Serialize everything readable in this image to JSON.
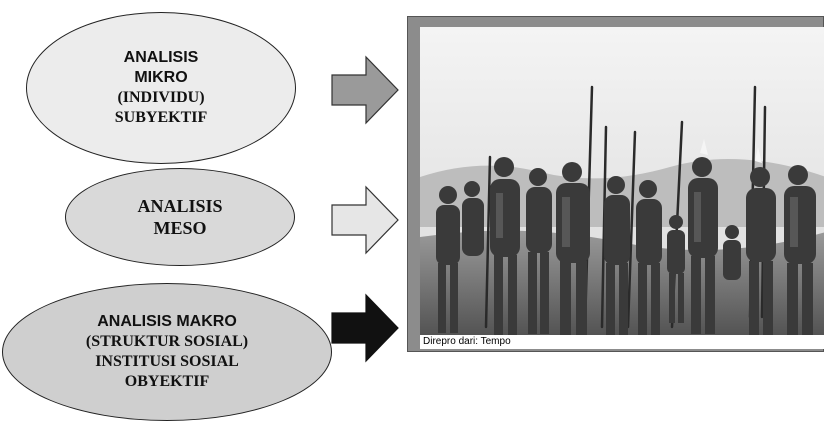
{
  "micro": {
    "line1": "ANALISIS",
    "line2": "MIKRO",
    "line3": "(INDIVIDU)",
    "line4": "SUBYEKTIF"
  },
  "meso": {
    "line1": "ANALISIS",
    "line2": "MESO"
  },
  "makro": {
    "line1": "ANALISIS MAKRO",
    "line2": "(STRUKTUR SOSIAL)",
    "line3": "INSTITUSI SOSIAL",
    "line4": "OBYEKTIF"
  },
  "arrows": {
    "micro_fill": "#9a9a9a",
    "meso_fill": "#e6e6e6",
    "makro_fill": "#111111"
  },
  "photo": {
    "caption": "Direpro dari: Tempo",
    "subject": "group of people with spears"
  }
}
